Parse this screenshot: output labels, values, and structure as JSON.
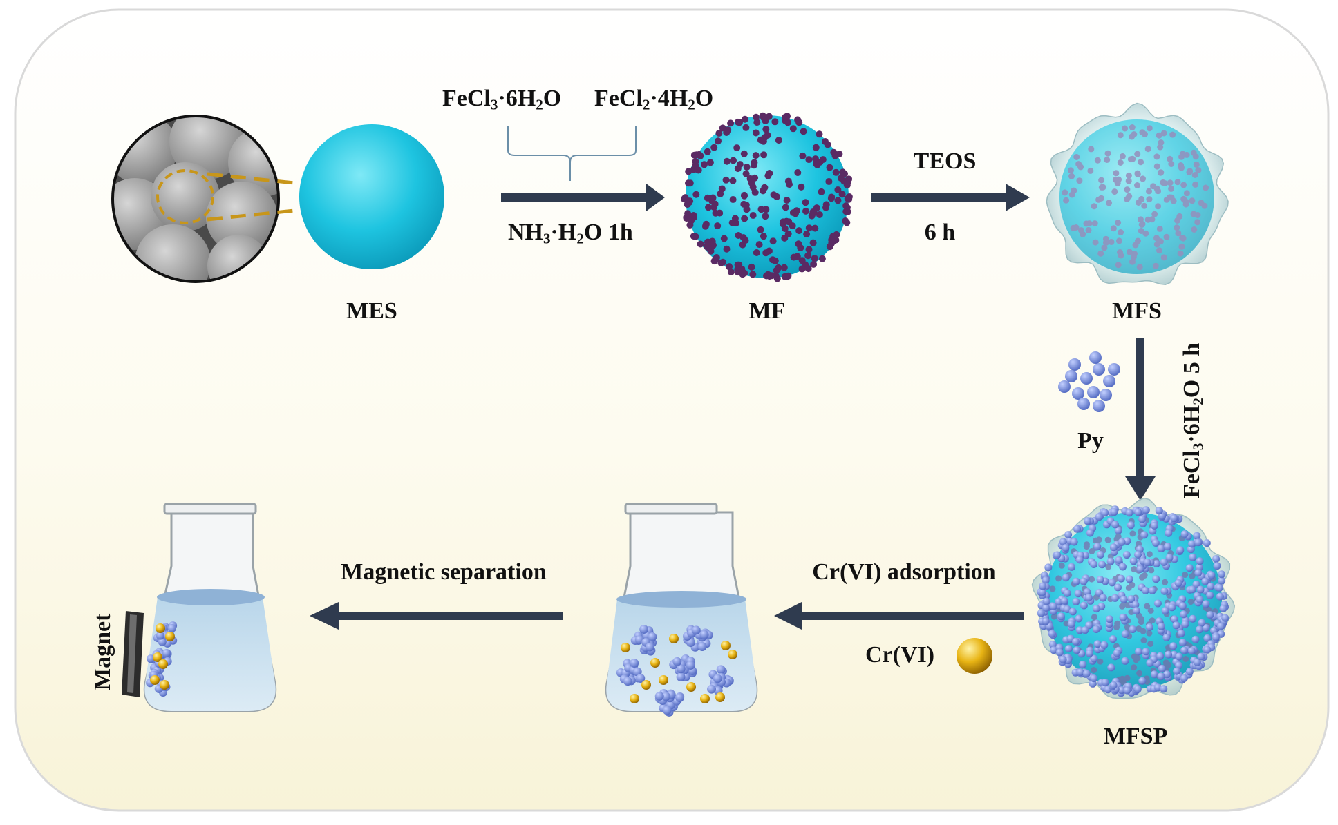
{
  "labels": {
    "mes": "MES",
    "mf": "MF",
    "mfs": "MFS",
    "mfsp": "MFSP",
    "py": "Py",
    "cr_vi_particle": "Cr(VI)",
    "magnet": "Magnet"
  },
  "steps": {
    "reagent_1": {
      "base": "FeCl",
      "sub1": "3",
      "mid": "·6H",
      "sub2": "2",
      "end": "O"
    },
    "reagent_2": {
      "base": "FeCl",
      "sub1": "2",
      "mid": "·4H",
      "sub2": "2",
      "end": "O"
    },
    "condition_1": {
      "base": "NH",
      "sub1": "3",
      "mid": "·H",
      "sub2": "2",
      "end": "O 1h"
    },
    "reagent_teos": "TEOS",
    "time_teos": "6 h",
    "condition_vertical": {
      "base": "FeCl",
      "sub1": "3",
      "mid": "·6H",
      "sub2": "2",
      "end": "O 5 h"
    },
    "adsorption": "Cr(VI) adsorption",
    "separation": "Magnetic separation"
  },
  "colors": {
    "sphere": "#1ec4e0",
    "arrow": "#2f3b4f",
    "fe_particles": "#5a2a63",
    "py_particles": "#6f86d6",
    "cr_particle": "#e8b414",
    "background_tint": "#fbf8e4",
    "brace": "#6b8fa8",
    "zoom_dash": "#c8961a"
  },
  "icons": [
    "sem-micrograph",
    "sphere",
    "iron-oxide-coated-sphere",
    "silica-shell-sphere",
    "polypyrrole-sphere",
    "pyrrole-cluster",
    "conical-flask",
    "gold-sphere",
    "magnet-bar"
  ]
}
